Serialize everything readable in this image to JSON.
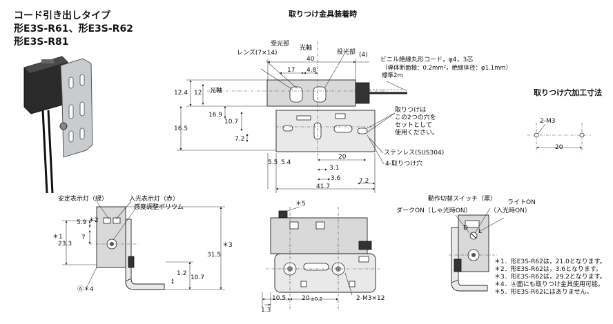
{
  "titles": {
    "main_line1": "コード引き出しタイプ",
    "main_line2": "形E3S-R61、形E3S-R62",
    "main_line3": "形E3S-R81",
    "bracket_title": "取りつけ金具装着時",
    "hole_title": "取りつけ穴加工寸法"
  },
  "top_view": {
    "labels": {
      "receiver": "受光部",
      "lens": "レンズ(7×14)",
      "optical_axis": "光軸",
      "emitter": "投光部",
      "dim_4": "(4)",
      "axis_left": "光軸",
      "cable_line1": "ビニル絶縁丸形コード，φ4，3芯",
      "cable_line2": "（導体断面積：0.2mm²，絶縁体径：φ1.1mm）",
      "cable_line3": "標準2m",
      "note_line1": "取りつけは",
      "note_line2": "この2つの穴を",
      "note_line3": "セットとして",
      "note_line4": "使用ください。",
      "stainless": "ステンレス(SUS304)",
      "mount_holes": "4-取りつけ穴"
    },
    "dims": {
      "d40": "40",
      "d17": "17",
      "d4_8": "4.8",
      "d12_4": "12.4",
      "d12": "12",
      "d16_9": "16.9",
      "d10_7": "10.7",
      "d16_5": "16.5",
      "d7_2a": "7.2",
      "d5_5": "5.5",
      "d5_4": "5.4",
      "d20": "20",
      "d3_1": "3.1",
      "d3_6": "3.6",
      "d7_2b": "7.2",
      "d41_7": "41.7"
    }
  },
  "hole_view": {
    "m3": "2-M3",
    "d20": "20"
  },
  "side_view": {
    "labels": {
      "stable_led": "安定表示灯（緑）",
      "incident_led": "入光表示灯（赤）",
      "sensitivity": "感度調整ボリウム",
      "a_note": "Ⓐ＊4"
    },
    "dims": {
      "d5_9": "5.9",
      "star2": "＊2",
      "d7": "7",
      "star1": "＊1",
      "d23_3": "23.3",
      "d1_2": "1.2",
      "d10_7": "10.7",
      "d31_5": "31.5",
      "star3": "＊3"
    }
  },
  "front_view": {
    "star5": "＊5",
    "d10_5": "10.5",
    "d20": "20",
    "tol": "±0.2",
    "m3x12": "2-M3×12",
    "d1_3": "1.3"
  },
  "switch_view": {
    "labels": {
      "op_switch": "動作切替スイッチ（黒）",
      "dark_on": "ダークON（しゃ光時ON）",
      "light_on_1": "ライトON",
      "light_on_2": "（入光時ON）",
      "d": "D",
      "l": "L"
    }
  },
  "notes": [
    "＊1．形E3S-R62は，21.0となります。",
    "＊2．形E3S-R62は，3.6となります。",
    "＊3．形E3S-R62は，29.2となります。",
    "＊4．Ⓐ面にも取りつけ金具使用可能。",
    "＊5．形E3S-R62にはありません。"
  ]
}
